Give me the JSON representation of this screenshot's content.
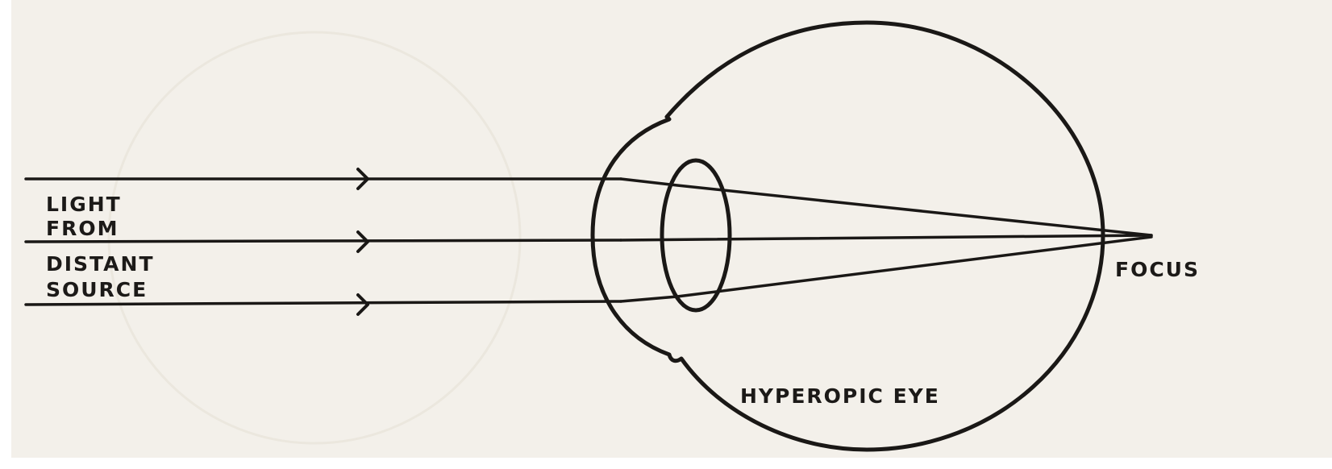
{
  "diagram": {
    "source_label_lines": [
      "LIGHT",
      "FROM",
      "DISTANT",
      "SOURCE"
    ],
    "focus_label": "FOCUS",
    "eye_label": "HYPEROPIC EYE",
    "paper_color": "#f3f0ea",
    "ink_color": "#1a1816",
    "ray_count": 3
  }
}
